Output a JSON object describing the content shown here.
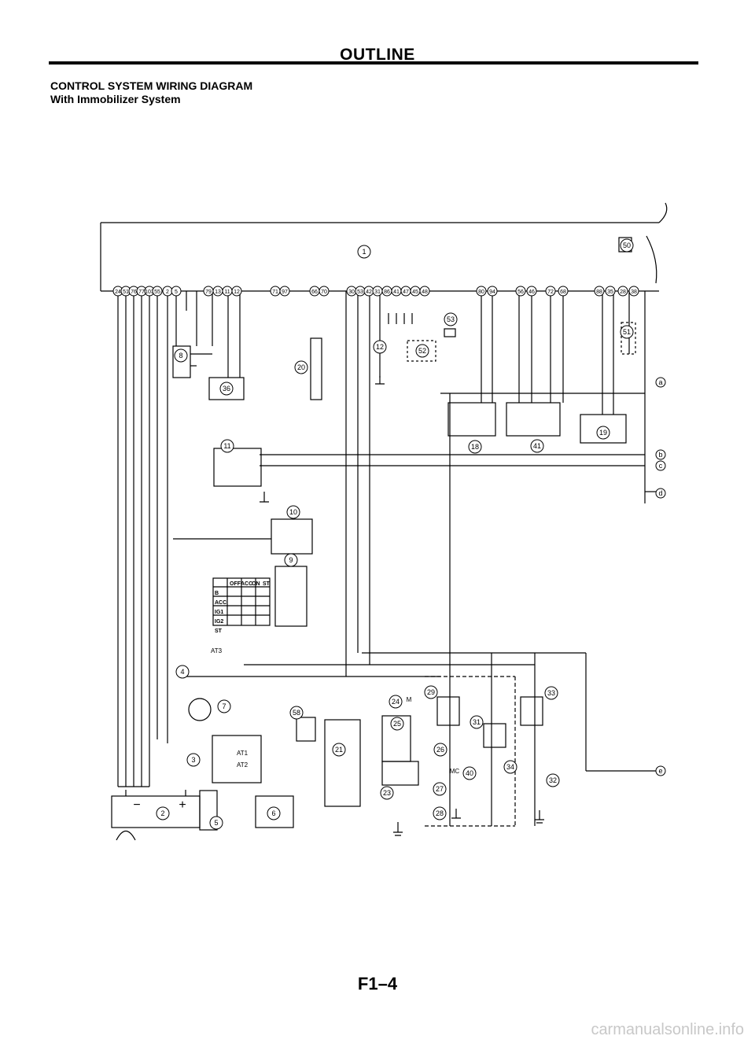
{
  "header": {
    "title": "OUTLINE"
  },
  "section": {
    "title": "CONTROL SYSTEM WIRING DIAGRAM",
    "subtitle": "With Immobilizer System"
  },
  "diagram": {
    "pcm_terminals_left": [
      "24",
      "51",
      "76",
      "77",
      "103",
      "55",
      "2",
      "5",
      "79",
      "13",
      "11",
      "12"
    ],
    "pcm_terminals_mid": [
      "71",
      "97",
      "66",
      "70",
      "30",
      "53",
      "42",
      "31",
      "86",
      "41",
      "47",
      "45",
      "48"
    ],
    "pcm_terminals_right": [
      "80",
      "94",
      "56",
      "46",
      "72",
      "68",
      "88",
      "35",
      "28",
      "38"
    ],
    "component_numbers": [
      "1",
      "2",
      "3",
      "4",
      "5",
      "6",
      "7",
      "8",
      "9",
      "10",
      "11",
      "12",
      "18",
      "19",
      "20",
      "21",
      "23",
      "24",
      "25",
      "26",
      "27",
      "28",
      "29",
      "31",
      "32",
      "33",
      "34",
      "36",
      "40",
      "41",
      "50",
      "51",
      "52",
      "53",
      "58"
    ],
    "connector_letters": [
      "a",
      "b",
      "c",
      "d",
      "e"
    ],
    "ignition_switch": {
      "columns": [
        "OFF",
        "ACC",
        "ON",
        "ST"
      ],
      "rows": [
        "B",
        "ACC",
        "IG1",
        "IG2",
        "ST"
      ]
    },
    "misc_labels": [
      "AT3",
      "AT1",
      "AT2",
      "M",
      "MC",
      "+",
      "−"
    ]
  },
  "footer": {
    "page_number": "F1–4",
    "watermark": "carmanualsonline.info"
  }
}
